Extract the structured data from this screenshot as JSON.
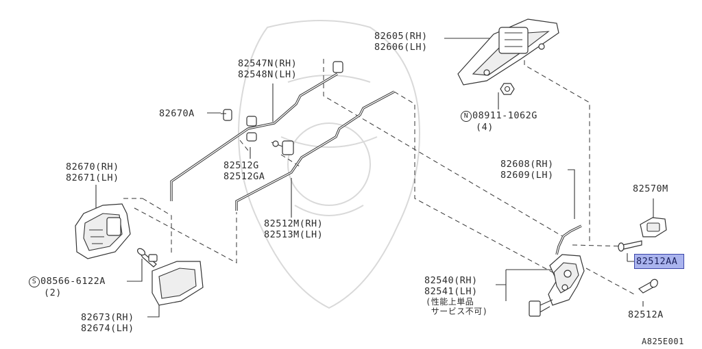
{
  "labels": {
    "outer_handle": [
      "82605(RH)",
      "82606(LH)"
    ],
    "nut": [
      "08911-1062G",
      "(4)"
    ],
    "nut_prefix": "N",
    "rod_upper": [
      "82547N(RH)",
      "82548N(LH)"
    ],
    "clip_a": "82670A",
    "clip_g": [
      "82512G",
      "82512GA"
    ],
    "inner_handle": [
      "82670(RH)",
      "82671(LH)"
    ],
    "screw_s": [
      "08566-6122A",
      "(2)"
    ],
    "screw_s_prefix": "S",
    "rod_lower": [
      "82512M(RH)",
      "82513M(LH)"
    ],
    "escutcheon": [
      "82673(RH)",
      "82674(LH)"
    ],
    "cable": [
      "82608(RH)",
      "82609(LH)"
    ],
    "striker": "82570M",
    "highlight_part": "82512AA",
    "lock": [
      "82540(RH)",
      "82541(LH)",
      "(性能上単品",
      " サービス不可)"
    ],
    "screw_a": "82512A",
    "figure_code": "A825E001"
  },
  "colors": {
    "highlight_fill": "#aab4ee",
    "highlight_border": "#3a44a8",
    "line": "#333333"
  }
}
